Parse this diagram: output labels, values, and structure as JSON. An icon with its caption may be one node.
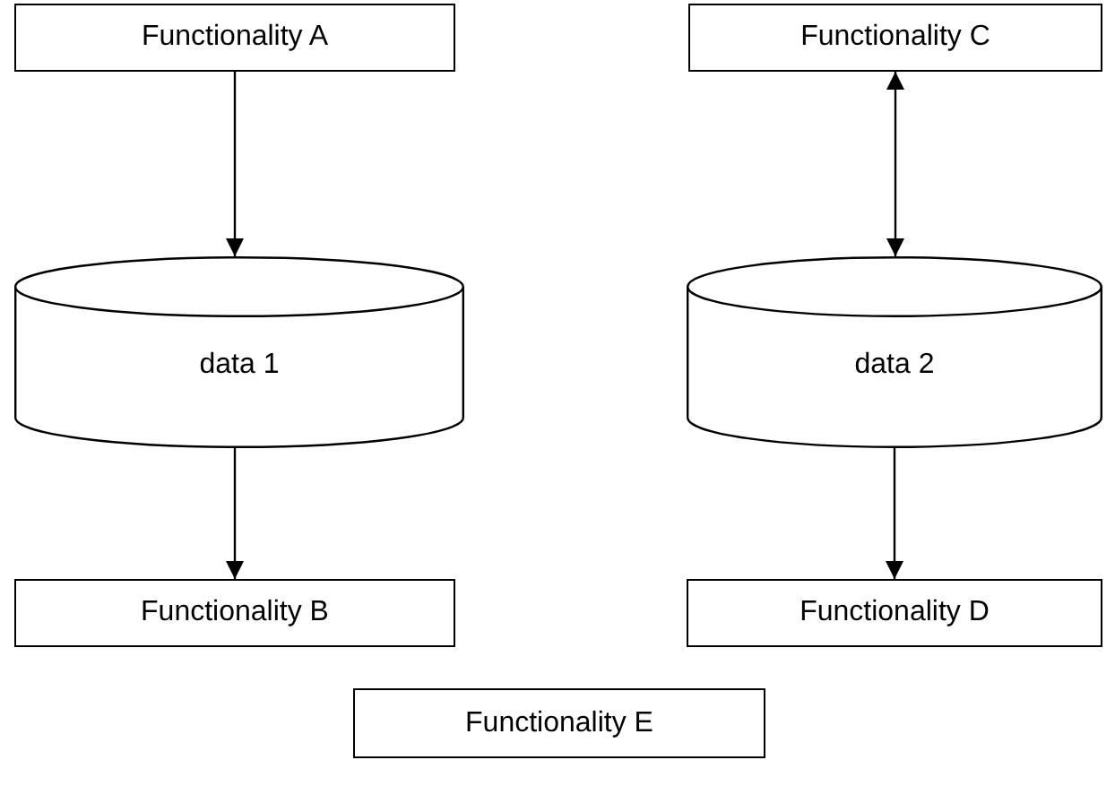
{
  "diagram": {
    "nodes": [
      {
        "text": [
          "Functionality A"
        ]
      },
      {
        "text": [
          "Functionality C"
        ]
      },
      {
        "text": [
          "data 1"
        ]
      },
      {
        "text": [
          "data 2"
        ]
      },
      {
        "text": [
          "Functionality B"
        ]
      },
      {
        "text": [
          "Functionality D"
        ]
      },
      {
        "text": [
          "Functionality E"
        ]
      }
    ],
    "edges": [
      {
        "from": 0,
        "to": 2,
        "arrow": "to"
      },
      {
        "from": 1,
        "to": 3,
        "arrow": "both"
      },
      {
        "from": 2,
        "to": 4,
        "arrow": "to"
      },
      {
        "from": 3,
        "to": 5,
        "arrow": "to"
      }
    ]
  }
}
